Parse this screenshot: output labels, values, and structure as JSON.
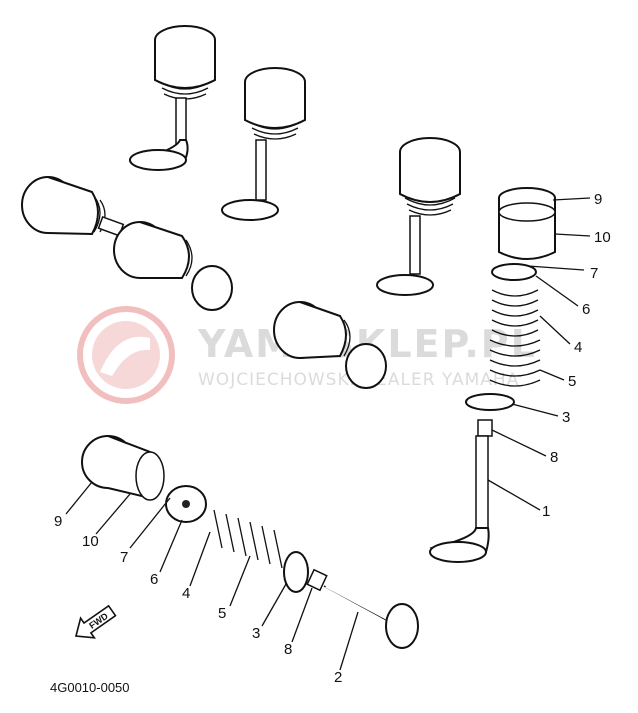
{
  "diagram": {
    "part_code": "4G0010-0050",
    "fwd_label": "FWD",
    "watermark": {
      "main": "YAMASKLEP.PL",
      "sub": "WOJCIECHOWSKI DEALER YAMAHA"
    },
    "callouts_right": [
      "9",
      "10",
      "7",
      "6",
      "4",
      "5",
      "3",
      "8",
      "1"
    ],
    "callouts_bottom": [
      "9",
      "10",
      "7",
      "6",
      "4",
      "5",
      "3",
      "8",
      "2"
    ]
  }
}
